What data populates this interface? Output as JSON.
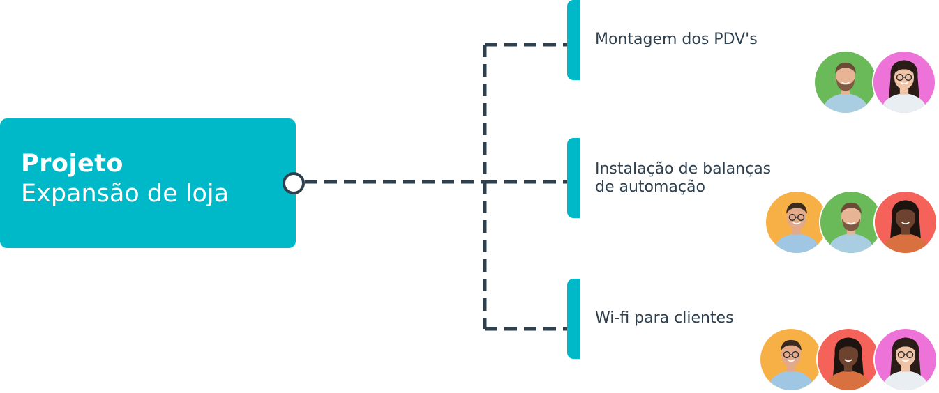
{
  "root": {
    "title": "Projeto",
    "subtitle": "Expansão de loja"
  },
  "tasks": [
    {
      "label": "Montagem dos PDV's",
      "people": [
        {
          "icon": "man-beard-avatar-icon",
          "bg": "#6aba5a",
          "hair": "#6b4a36",
          "skin": "#e7b595",
          "shirt": "#a9cde1"
        },
        {
          "icon": "woman-glasses-avatar-icon",
          "bg": "#ee73d8",
          "hair": "#2a1c17",
          "skin": "#efc3a6",
          "shirt": "#e9eef2"
        }
      ]
    },
    {
      "label_line1": "Instalação de balanças",
      "label_line2": "de automação",
      "people": [
        {
          "icon": "man-glasses-avatar-icon",
          "bg": "#f7b046",
          "hair": "#3a2a1f",
          "skin": "#e2a98a",
          "shirt": "#9fc7e3"
        },
        {
          "icon": "man-beard-avatar-icon",
          "bg": "#6aba5a",
          "hair": "#6b4a36",
          "skin": "#e7b595",
          "shirt": "#a9cde1"
        },
        {
          "icon": "woman-avatar-icon",
          "bg": "#f4625a",
          "hair": "#1d1410",
          "skin": "#6d4330",
          "shirt": "#d9703f"
        }
      ]
    },
    {
      "label": "Wi-fi para clientes",
      "people": [
        {
          "icon": "man-glasses-avatar-icon",
          "bg": "#f7b046",
          "hair": "#3a2a1f",
          "skin": "#e2a98a",
          "shirt": "#9fc7e3"
        },
        {
          "icon": "woman-avatar-icon",
          "bg": "#f4625a",
          "hair": "#1d1410",
          "skin": "#6d4330",
          "shirt": "#d9703f"
        },
        {
          "icon": "woman-glasses-avatar-icon",
          "bg": "#ee73d8",
          "hair": "#2a1c17",
          "skin": "#efc3a6",
          "shirt": "#e9eef2"
        }
      ]
    }
  ],
  "colors": {
    "accent": "#00b9c8",
    "connector": "#2e3f4e",
    "text": "#2e3f4e"
  }
}
